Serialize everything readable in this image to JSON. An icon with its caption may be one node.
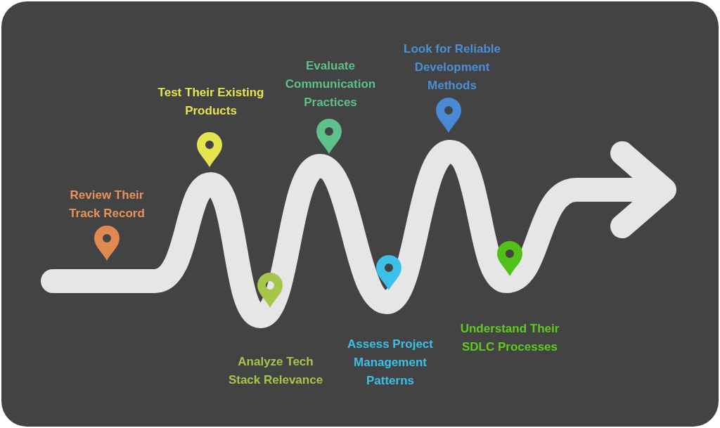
{
  "diagram": {
    "labels": [
      "Review Their Track Record",
      "Test Their Existing Products",
      "Analyze Tech Stack Relevance",
      "Evaluate Communication Practices",
      "Assess Project Management Patterns",
      "Look for Reliable Development Methods",
      "Understand Their SDLC Processes"
    ]
  }
}
